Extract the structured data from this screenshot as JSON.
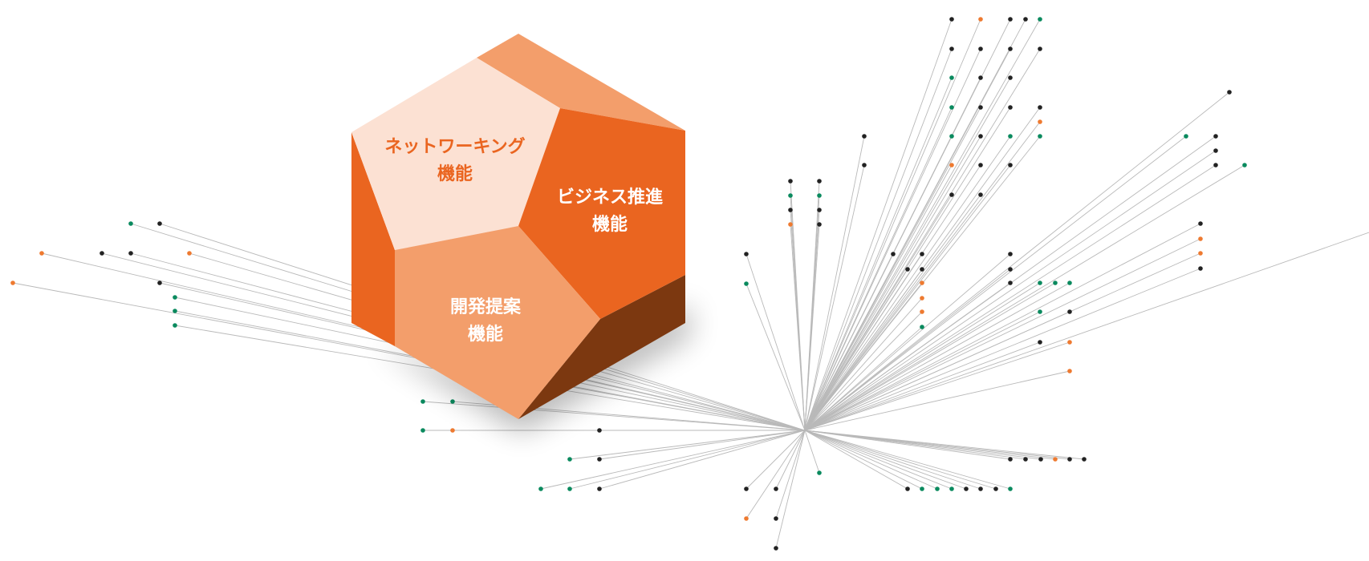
{
  "colors": {
    "orange_dark": "#EA6520",
    "orange_mid": "#F39E6B",
    "orange_light": "#FCE1D3",
    "brown": "#7C3810",
    "line": "#b9b9b9",
    "dot_black": "#222222",
    "dot_orange": "#EE7A30",
    "dot_green": "#0A8A5E"
  },
  "faces": {
    "networking": {
      "line1": "ネットワーキング",
      "line2": "機能"
    },
    "business": {
      "line1": "ビジネス推進",
      "line2": "機能"
    },
    "development": {
      "line1": "開発提案",
      "line2": "機能"
    }
  }
}
